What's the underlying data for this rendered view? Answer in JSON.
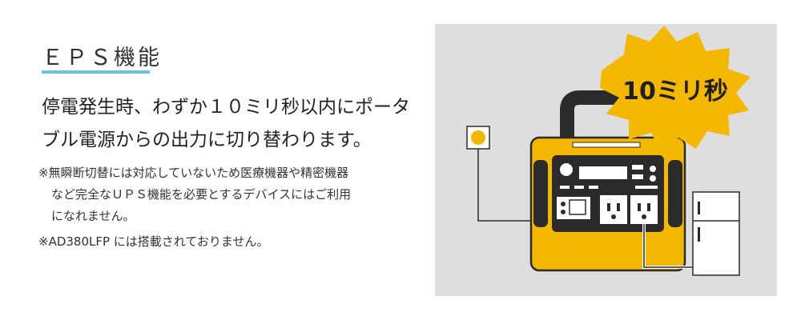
{
  "heading": "ＥＰＳ機能",
  "lead": {
    "line1": "停電発生時、わずか１０ミリ秒以内にポータ",
    "line2": "ブル電源からの出力に切り替わります。"
  },
  "notes": {
    "line1": "※無瞬断切替には対応していないため医療機器や精密機器",
    "line2": "など完全なＵＰＳ機能を必要とするデバイスにはご利用",
    "line3": "になれません。",
    "line4": "※AD380LFP には搭載されておりません。"
  },
  "illustration": {
    "badge_text": "10ミリ秒",
    "colors": {
      "accent_underline": "#6cc5d0",
      "station_body": "#f5b800",
      "badge": "#f5b800",
      "outline": "#2b2b2b",
      "panel_bg": "#dedede"
    },
    "icons": [
      "wall-outlet-icon",
      "portable-power-station-icon",
      "refrigerator-icon",
      "starburst-badge-icon"
    ]
  }
}
